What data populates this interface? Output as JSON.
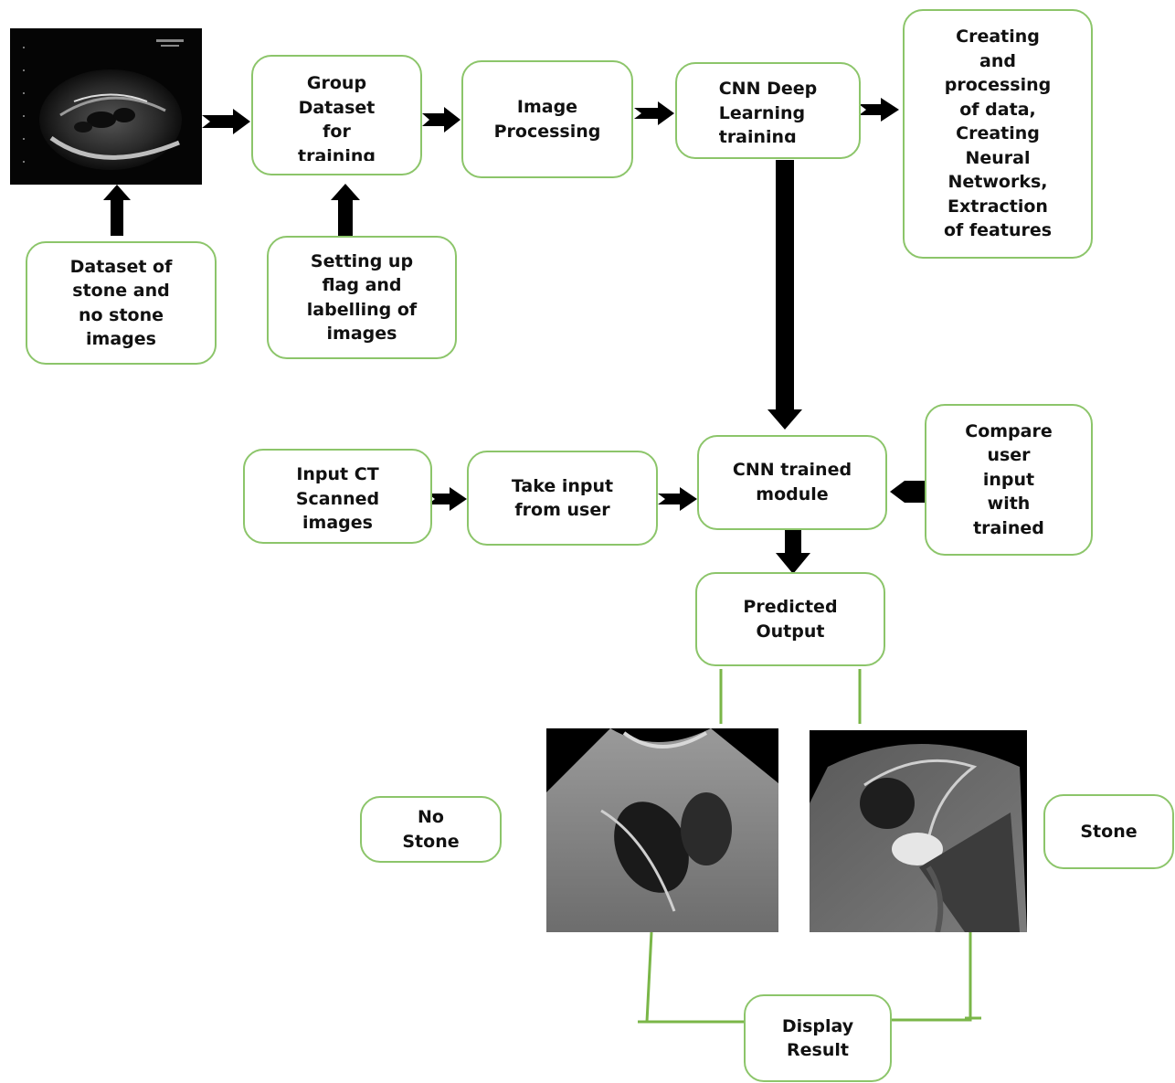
{
  "nodes": {
    "dataset_source": "Dataset of\nstone and\nno stone\nimages",
    "group_dataset": "Group\nDataset\nfor\ntraining",
    "setting_flag": "Setting up\nflag and\nlabelling of\nimages",
    "image_processing": "Image\nProcessing",
    "cnn_training": "CNN Deep\nLearning\ntraining",
    "creating_processing": "Creating\nand\nprocessing\nof data,\nCreating\nNeural\nNetworks,\nExtraction\nof features",
    "input_ct": "Input CT\nScanned\nimages",
    "take_input": "Take input\nfrom user",
    "cnn_trained": "CNN trained\nmodule",
    "compare_input": "Compare\nuser\ninput\nwith\ntrained",
    "predicted_output": "Predicted\nOutput",
    "no_stone": "No\nStone",
    "stone": "Stone",
    "display_result": "Display\nResult"
  },
  "colors": {
    "box_border": "#8cc56a",
    "connector_line": "#7ab648",
    "arrow_fill": "#000000",
    "text": "#111111"
  },
  "images": [
    "kidney-ultrasound-dataset-image",
    "no-stone-ultrasound-image",
    "stone-ultrasound-image"
  ]
}
